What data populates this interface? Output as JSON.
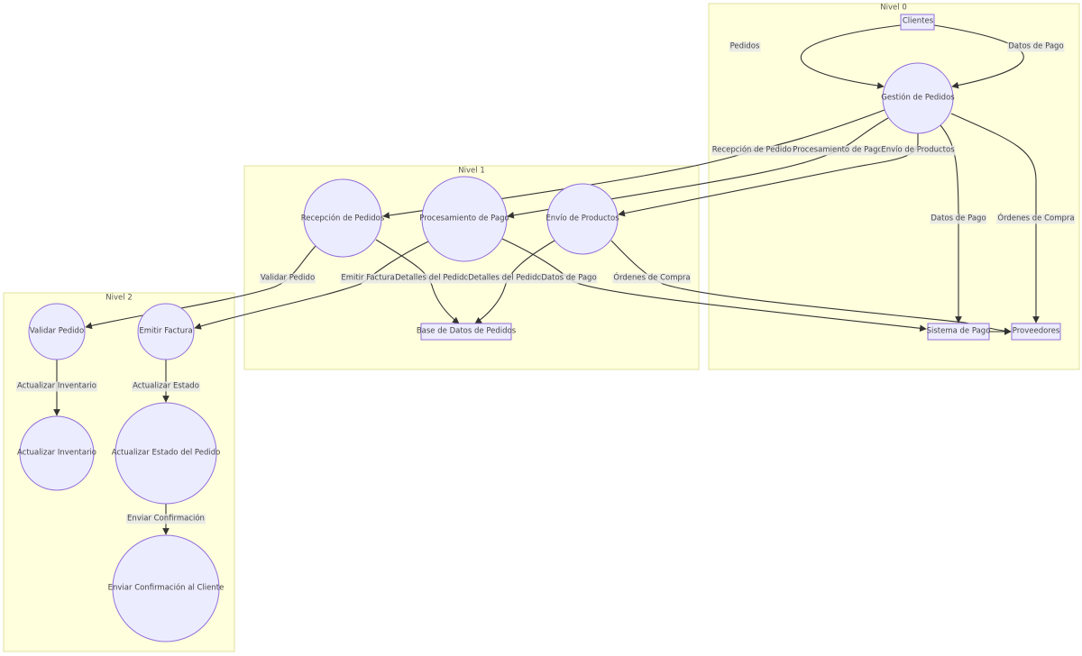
{
  "colors": {
    "cluster_fill": "#ffffde",
    "cluster_stroke": "#e8e8a8",
    "node_fill": "#ececff",
    "node_stroke": "#9370db",
    "edge": "#333333",
    "label_bg": "#e8e8e8"
  },
  "clusters": {
    "nivel0": "Nivel 0",
    "nivel1": "Nivel 1",
    "nivel2": "Nivel 2"
  },
  "nodes": {
    "clientes": "Clientes",
    "gestion": "Gestión de Pedidos",
    "sistema_pago": "Sistema de Pago",
    "proveedores": "Proveedores",
    "recepcion": "Recepción de Pedidos",
    "procesamiento": "Procesamiento de Pago",
    "envio": "Envío de Productos",
    "base_datos": "Base de Datos de Pedidos",
    "validar": "Validar Pedido",
    "emitir": "Emitir Factura",
    "actualizar_inv": "Actualizar Inventario",
    "actualizar_estado": "Actualizar Estado del Pedido",
    "enviar_conf": "Enviar Confirmación al Cliente"
  },
  "edges": {
    "pedidos": "Pedidos",
    "datos_pago_0": "Datos de Pago",
    "recepcion": "Recepción de Pedidos",
    "procesamiento": "Procesamiento de Pago",
    "envio": "Envío de Productos",
    "datos_pago_1": "Datos de Pago",
    "ordenes_0": "Órdenes de Compra",
    "validar": "Validar Pedido",
    "emitir": "Emitir Factura",
    "detalles_1": "Detalles del Pedido",
    "detalles_2": "Detalles del Pedido",
    "datos_pago_2": "Datos de Pago",
    "ordenes_1": "Órdenes de Compra",
    "actualizar_inv": "Actualizar Inventario",
    "actualizar_estado": "Actualizar Estado",
    "enviar_conf": "Enviar Confirmación"
  }
}
